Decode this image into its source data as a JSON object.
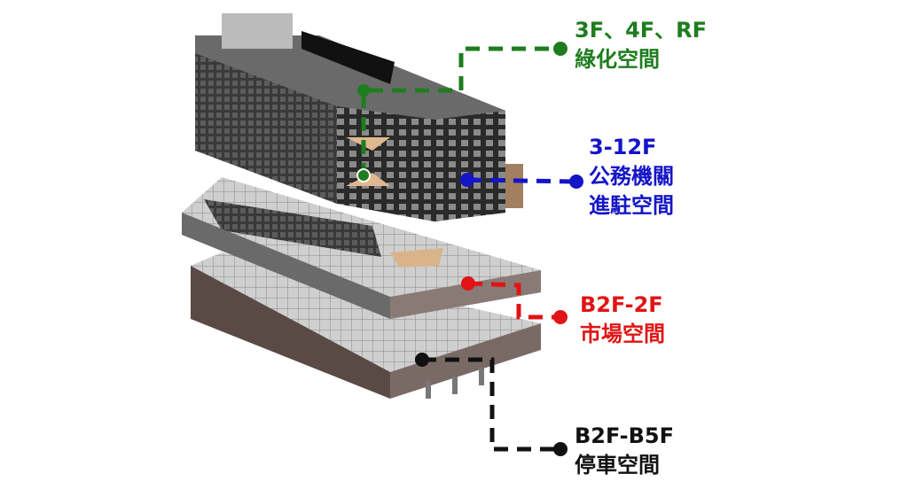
{
  "labels": {
    "green": {
      "line1": "3F、4F、RF",
      "line2": "綠化空間",
      "color": "#1e7d1e"
    },
    "blue": {
      "line1": "3-12F",
      "line2": "公務機關",
      "line3": "進駐空間",
      "color": "#1414c8"
    },
    "red": {
      "line1": "B2F-2F",
      "line2": "市場空間",
      "color": "#e01414"
    },
    "black": {
      "line1": "B2F-B5F",
      "line2": "停車空間",
      "color": "#111111"
    }
  }
}
